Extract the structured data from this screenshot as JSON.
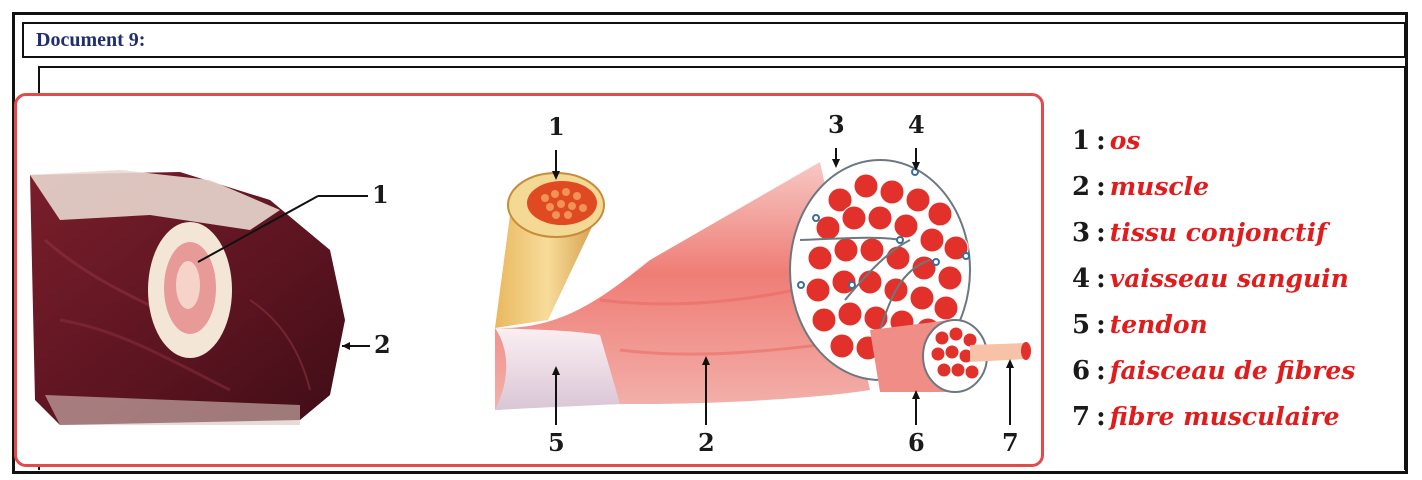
{
  "document": {
    "title": "Document 9:"
  },
  "photo_labels": {
    "bone": "1",
    "muscle": "2"
  },
  "diagram_labels": {
    "n1": "1",
    "n2": "2",
    "n3": "3",
    "n4": "4",
    "n5": "5",
    "n6": "6",
    "n7": "7"
  },
  "legend": [
    {
      "num": "1",
      "text": "os"
    },
    {
      "num": "2",
      "text": "muscle"
    },
    {
      "num": "3",
      "text": "tissu conjonctif"
    },
    {
      "num": "4",
      "text": "vaisseau sanguin"
    },
    {
      "num": "5",
      "text": "tendon"
    },
    {
      "num": "6",
      "text": "faisceau de fibres"
    },
    {
      "num": "7",
      "text": "fibre musculaire"
    }
  ]
}
